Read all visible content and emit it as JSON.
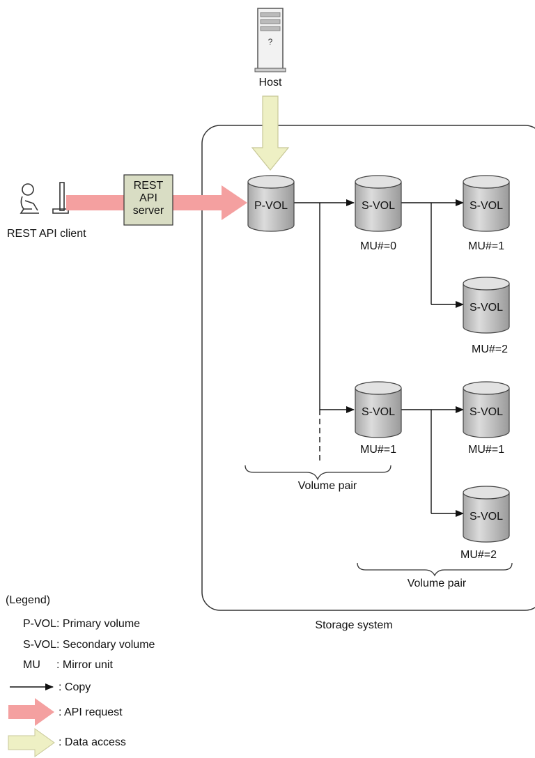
{
  "host": {
    "label": "Host",
    "icon": "server-tower-icon"
  },
  "client": {
    "label": "REST API client",
    "icon": "user-at-computer-icon"
  },
  "server": {
    "line1": "REST",
    "line2": "API",
    "line3": "server"
  },
  "storage": {
    "label": "Storage system"
  },
  "volumes": {
    "pvol": "P-VOL",
    "svol_a": {
      "label": "S-VOL",
      "mu": "MU#=0"
    },
    "svol_a1": {
      "label": "S-VOL",
      "mu": "MU#=1"
    },
    "svol_a2": {
      "label": "S-VOL",
      "mu": "MU#=2"
    },
    "svol_b": {
      "label": "S-VOL",
      "mu": "MU#=1"
    },
    "svol_b1": {
      "label": "S-VOL",
      "mu": "MU#=1"
    },
    "svol_b2": {
      "label": "S-VOL",
      "mu": "MU#=2"
    }
  },
  "pairs": {
    "left": "Volume pair",
    "right": "Volume pair"
  },
  "legend": {
    "title": "(Legend)",
    "pvol": "P-VOL: Primary volume",
    "svol": "S-VOL: Secondary volume",
    "mu_key": "MU",
    "mu_desc": ": Mirror unit",
    "copy": ": Copy",
    "api": ": API request",
    "data": ": Data access"
  },
  "colors": {
    "api_arrow": "#f4a0a0",
    "data_arrow": "#eef0c4",
    "data_arrow_stroke": "#c8c898",
    "server_box": "#d9ddc4",
    "cylinder_fill": "#c8c8c8",
    "cylinder_top": "#e2e2e2"
  }
}
